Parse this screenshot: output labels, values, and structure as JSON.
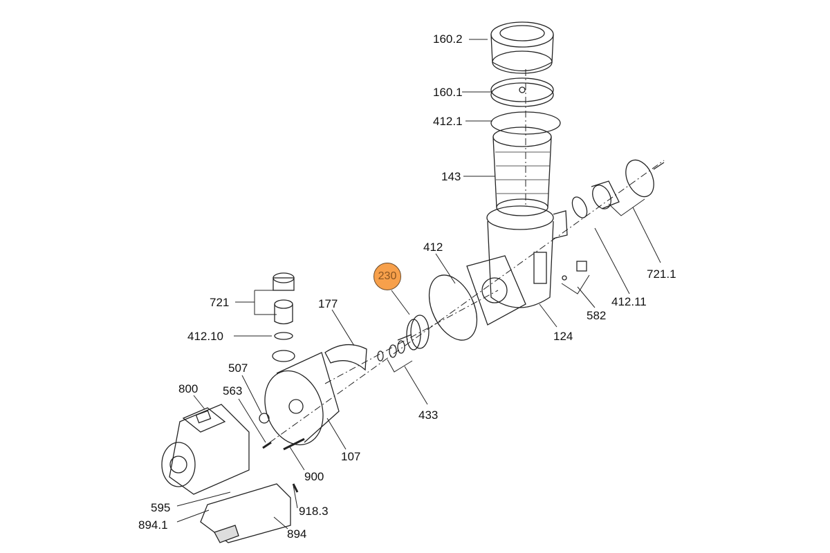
{
  "diagram": {
    "highlight_color": "#f7a04b",
    "highlighted_part": "230",
    "labels": {
      "p160_2": "160.2",
      "p160_1": "160.1",
      "p412_1": "412.1",
      "p143": "143",
      "p412": "412",
      "p721": "721",
      "p412_10": "412.10",
      "p177": "177",
      "p507": "507",
      "p563": "563",
      "p800": "800",
      "p433": "433",
      "p107": "107",
      "p900": "900",
      "p595": "595",
      "p918_3": "918.3",
      "p894_1": "894.1",
      "p894": "894",
      "p124": "124",
      "p582": "582",
      "p412_11": "412.11",
      "p721_1": "721.1"
    }
  }
}
